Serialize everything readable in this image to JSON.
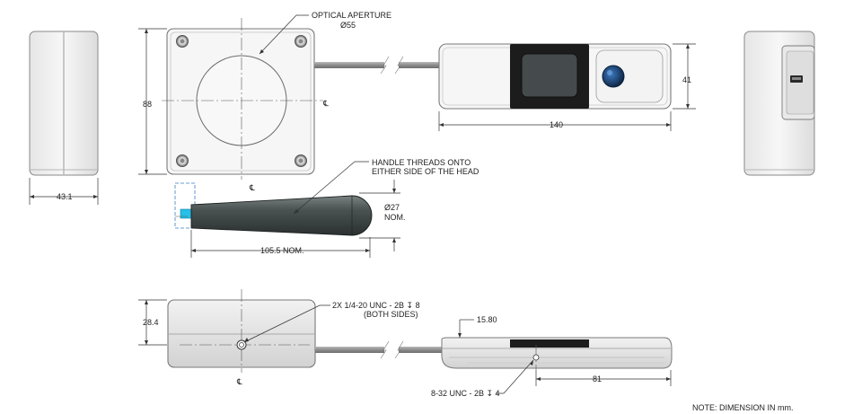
{
  "labels": {
    "optical_aperture": "OPTICAL APERTURE",
    "aperture_diameter": "Ø55",
    "handle_note_line1": "HANDLE THREADS ONTO",
    "handle_note_line2": "EITHER SIDE OF THE HEAD",
    "handle_diameter": "Ø27",
    "handle_nom": "NOM.",
    "thread_note_line1": "2X  1/4-20 UNC - 2B ↧ 8",
    "thread_note_line2": "(BOTH SIDES)",
    "thread_note_bottom": "8-32 UNC - 2B ↧ 4",
    "centerline": "℄",
    "note": "NOTE: DIMENSION IN mm."
  },
  "dimensions": {
    "side_width": "43.1",
    "head_height": "88",
    "reader_height": "41",
    "reader_length": "140",
    "handle_length": "105.5 NOM.",
    "head_thickness": "28.4",
    "reader_thickness": "15.80",
    "reader_offset": "81"
  },
  "colors": {
    "housing_fill": "#f4f4f4",
    "housing_shade": "#d9d9d9",
    "reader_window": "#1c1c1c",
    "handle_body": "#3f4545",
    "handle_tip": "#26c0e8",
    "lens": "#1f4f8a"
  },
  "icons": [
    "break-symbol-icon",
    "threaded-hole-icon",
    "usb-port-icon",
    "lens-icon"
  ]
}
